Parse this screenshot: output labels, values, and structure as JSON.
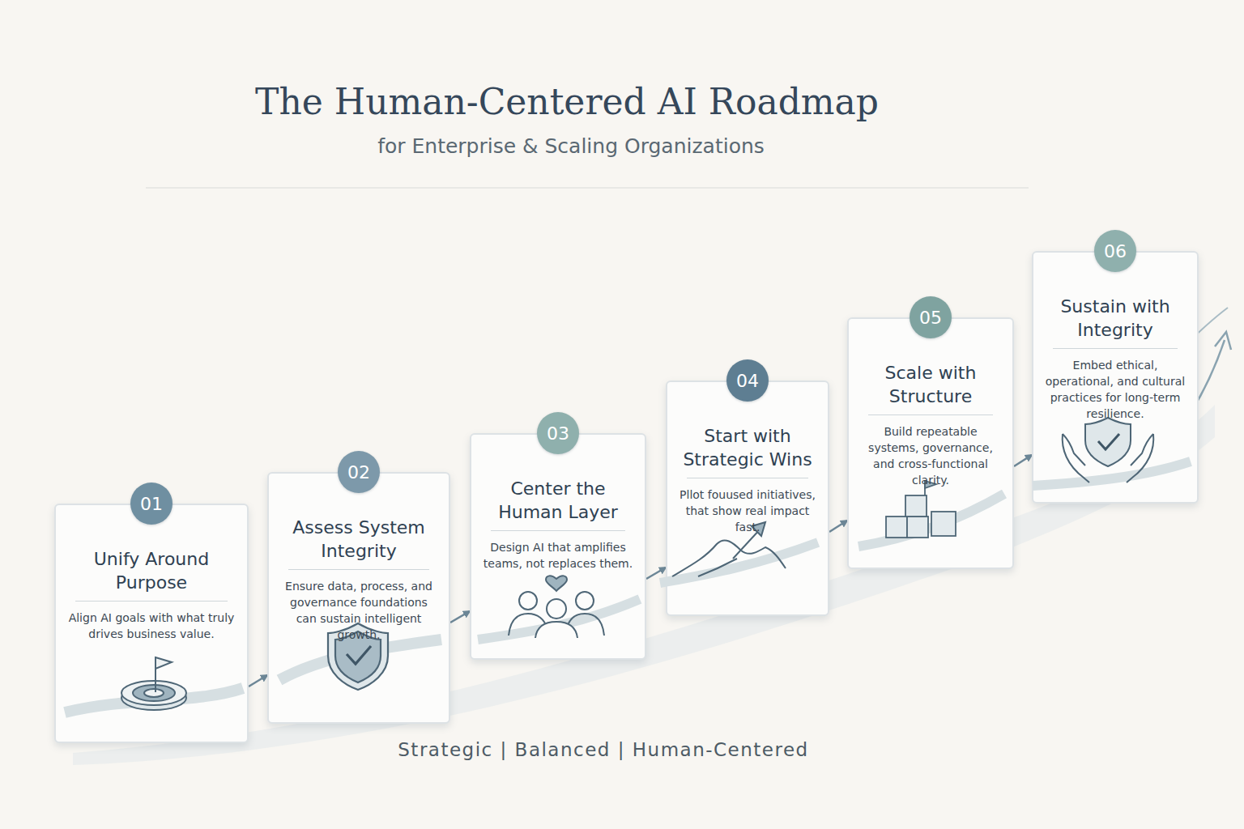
{
  "diagram": {
    "title": "The Human-Centered AI Roadmap",
    "caption": "Strategic | Balanced | Human-Centered",
    "nodes": [
      {
        "text": [
          "Unify Around Purpose",
          "Align AI goals with what truly drives business value."
        ]
      },
      {
        "text": [
          "01"
        ],
        "in": 0
      },
      {
        "text": [
          "Assess System Integrity",
          "Ensure data, process, and governance foundations can sustain intelligent growth."
        ]
      },
      {
        "text": [
          "02"
        ],
        "in": 2
      },
      {
        "text": [
          "Center the Human Layer",
          "Design AI that amplifies teams, not replaces them."
        ]
      },
      {
        "text": [
          "03"
        ],
        "in": 4
      },
      {
        "text": [
          "Start with Strategic Wins",
          "Pllot fouused initiatives, that show real impact fast."
        ]
      },
      {
        "text": [
          "04"
        ],
        "in": 6
      },
      {
        "text": [
          "Scale with Structure",
          "Build repeatable systems, governance, and cross-functional clarity."
        ]
      },
      {
        "text": [
          "05"
        ],
        "in": 8
      },
      {
        "text": [
          "Sustain with Integrity",
          "Embed ethical, operational, and cultural practices for long-term resilience."
        ]
      },
      {
        "text": [
          "06"
        ],
        "in": 10
      }
    ],
    "edges": [
      {
        "from": 0,
        "to": 2,
        "arrow": "to"
      },
      {
        "from": 2,
        "to": 4,
        "arrow": "to"
      },
      {
        "from": 4,
        "to": 6,
        "arrow": "to"
      },
      {
        "from": 6,
        "to": 8,
        "arrow": "to"
      },
      {
        "from": 8,
        "to": 10,
        "arrow": "to"
      }
    ],
    "labels": [
      "for Enterprise & Scaling Organizations"
    ]
  }
}
